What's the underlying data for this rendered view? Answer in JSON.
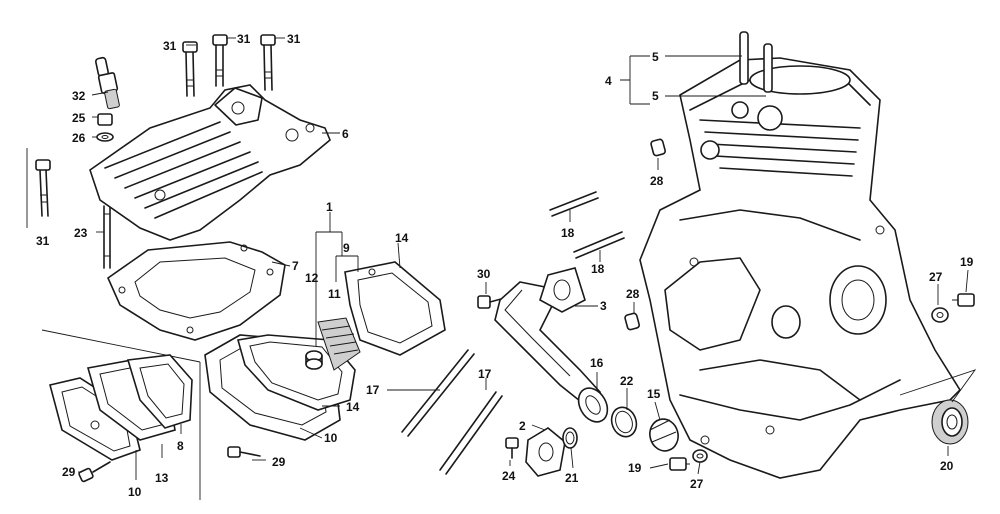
{
  "callouts": [
    {
      "id": "c31a",
      "text": "31"
    },
    {
      "id": "c31b",
      "text": "31"
    },
    {
      "id": "c31c",
      "text": "31"
    },
    {
      "id": "c31d",
      "text": "31"
    },
    {
      "id": "c32",
      "text": "32"
    },
    {
      "id": "c25",
      "text": "25"
    },
    {
      "id": "c26",
      "text": "26"
    },
    {
      "id": "c6",
      "text": "6"
    },
    {
      "id": "c23",
      "text": "23"
    },
    {
      "id": "c7",
      "text": "7"
    },
    {
      "id": "c1",
      "text": "1"
    },
    {
      "id": "c9",
      "text": "9"
    },
    {
      "id": "c12",
      "text": "12"
    },
    {
      "id": "c11",
      "text": "11"
    },
    {
      "id": "c14a",
      "text": "14"
    },
    {
      "id": "c14b",
      "text": "14"
    },
    {
      "id": "c10a",
      "text": "10"
    },
    {
      "id": "c10b",
      "text": "10"
    },
    {
      "id": "c13",
      "text": "13"
    },
    {
      "id": "c8",
      "text": "8"
    },
    {
      "id": "c29a",
      "text": "29"
    },
    {
      "id": "c29b",
      "text": "29"
    },
    {
      "id": "c17a",
      "text": "17"
    },
    {
      "id": "c17b",
      "text": "17"
    },
    {
      "id": "c30",
      "text": "30"
    },
    {
      "id": "c3",
      "text": "3"
    },
    {
      "id": "c18a",
      "text": "18"
    },
    {
      "id": "c18b",
      "text": "18"
    },
    {
      "id": "c16",
      "text": "16"
    },
    {
      "id": "c22",
      "text": "22"
    },
    {
      "id": "c15",
      "text": "15"
    },
    {
      "id": "c2",
      "text": "2"
    },
    {
      "id": "c24",
      "text": "24"
    },
    {
      "id": "c21",
      "text": "21"
    },
    {
      "id": "c19a",
      "text": "19"
    },
    {
      "id": "c27a",
      "text": "27"
    },
    {
      "id": "c28a",
      "text": "28"
    },
    {
      "id": "c28b",
      "text": "28"
    },
    {
      "id": "c4",
      "text": "4"
    },
    {
      "id": "c5a",
      "text": "5"
    },
    {
      "id": "c5b",
      "text": "5"
    },
    {
      "id": "c27b",
      "text": "27"
    },
    {
      "id": "c19b",
      "text": "19"
    },
    {
      "id": "c20",
      "text": "20"
    }
  ]
}
